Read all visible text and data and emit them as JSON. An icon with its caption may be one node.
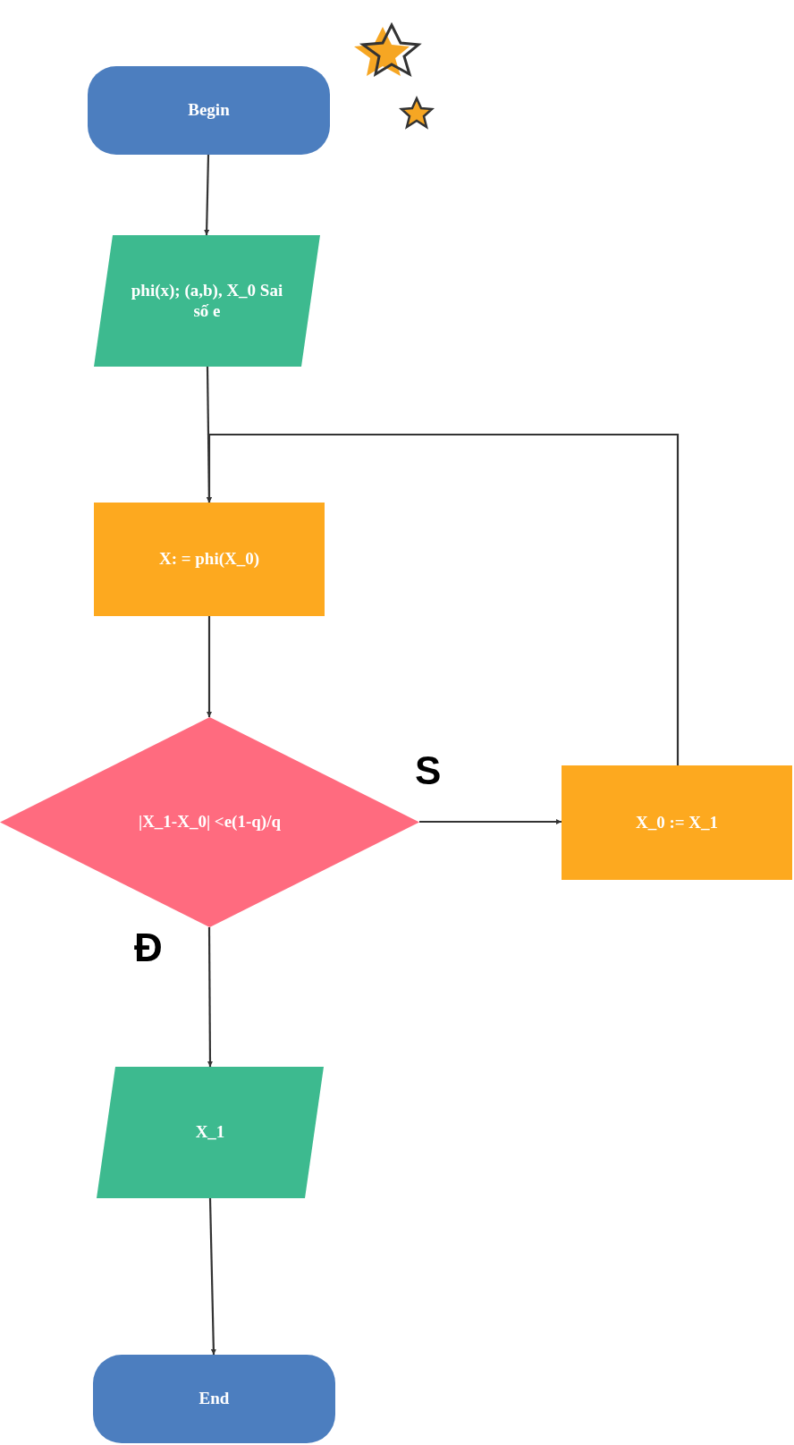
{
  "diagram": {
    "nodes": [
      {
        "text": [
          "Begin"
        ]
      },
      {
        "text": [
          "phi(x); (a,b), X_0 Sai số e"
        ]
      },
      {
        "text": [
          "X: = phi(X_0)"
        ]
      },
      {
        "text": [
          "|X_1-X_0| <e(1-q)/q"
        ]
      },
      {
        "text": [
          "X_0 := X_1"
        ]
      },
      {
        "text": [
          "X_1"
        ]
      },
      {
        "text": [
          "End"
        ]
      }
    ],
    "edges": [
      {
        "from": 0,
        "to": 1,
        "arrow": "to"
      },
      {
        "from": 1,
        "to": 2,
        "arrow": "to"
      },
      {
        "from": 2,
        "to": 3,
        "arrow": "to"
      },
      {
        "from": 3,
        "to": 4,
        "arrow": "to",
        "label": "S"
      },
      {
        "from": 4,
        "to": 2,
        "arrow": "to"
      },
      {
        "from": 3,
        "to": 5,
        "arrow": "to",
        "label": "Đ"
      },
      {
        "from": 5,
        "to": 6,
        "arrow": "to"
      }
    ]
  }
}
